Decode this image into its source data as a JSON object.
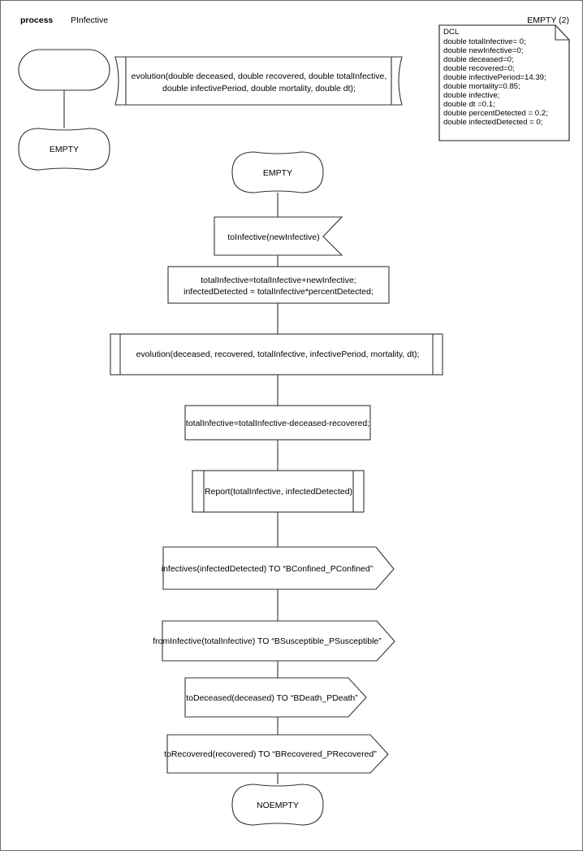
{
  "diagram": {
    "type": "sdl-process-diagram",
    "header": {
      "keyword": "process",
      "name": "PInfective",
      "page_label": "EMPTY (2)"
    },
    "declaration_note": {
      "title": "DCL",
      "lines": [
        "double totalInfective= 0;",
        "double newInfective=0;",
        "double deceased=0;",
        "double recovered=0;",
        "double infectivePeriod=14.39;",
        "double mortality=0.85;",
        "double infective;",
        "double dt =0.1;",
        "double percentDetected = 0.2;",
        "double infectedDetected = 0;"
      ]
    },
    "start_branch": {
      "start_symbol_label": "",
      "procedure_declaration": {
        "line1": "evolution(double deceased, double recovered, double totalInfective,",
        "line2": "double infectivePeriod, double mortality, double dt);"
      },
      "next_state": "EMPTY"
    },
    "main_flow": [
      {
        "kind": "state",
        "name": "state-empty",
        "text": "EMPTY"
      },
      {
        "kind": "input",
        "name": "input-toinfective",
        "text": "toInfective(newInfective)"
      },
      {
        "kind": "task",
        "name": "task-update-totals",
        "line1": "totalInfective=totalInfective+newInfective;",
        "line2": "infectedDetected = totalInfective*percentDetected;"
      },
      {
        "kind": "procedure",
        "name": "call-evolution",
        "text": "evolution(deceased, recovered, totalInfective, infectivePeriod, mortality, dt);"
      },
      {
        "kind": "task",
        "name": "task-subtract",
        "line1": "totalInfective=totalInfective-deceased-recovered;",
        "line2": ""
      },
      {
        "kind": "procedure",
        "name": "call-report",
        "text": "Report(totalInfective, infectedDetected)"
      },
      {
        "kind": "output",
        "name": "output-infectives",
        "text": "infectives(infectedDetected) TO “BConfined_PConfined”"
      },
      {
        "kind": "output",
        "name": "output-frominfective",
        "text": "fromInfective(totalInfective) TO “BSusceptible_PSusceptible”"
      },
      {
        "kind": "output",
        "name": "output-todeceased",
        "text": "toDeceased(deceased) TO “BDeath_PDeath”"
      },
      {
        "kind": "output",
        "name": "output-torecovered",
        "text": "toRecovered(recovered) TO “BRecovered_PRecovered”"
      },
      {
        "kind": "state",
        "name": "state-noempty",
        "text": "NOEMPTY"
      }
    ],
    "colors": {
      "background": "#ffffff",
      "stroke": "#333333",
      "text": "#000000",
      "frame": "#6b6b6b"
    }
  }
}
